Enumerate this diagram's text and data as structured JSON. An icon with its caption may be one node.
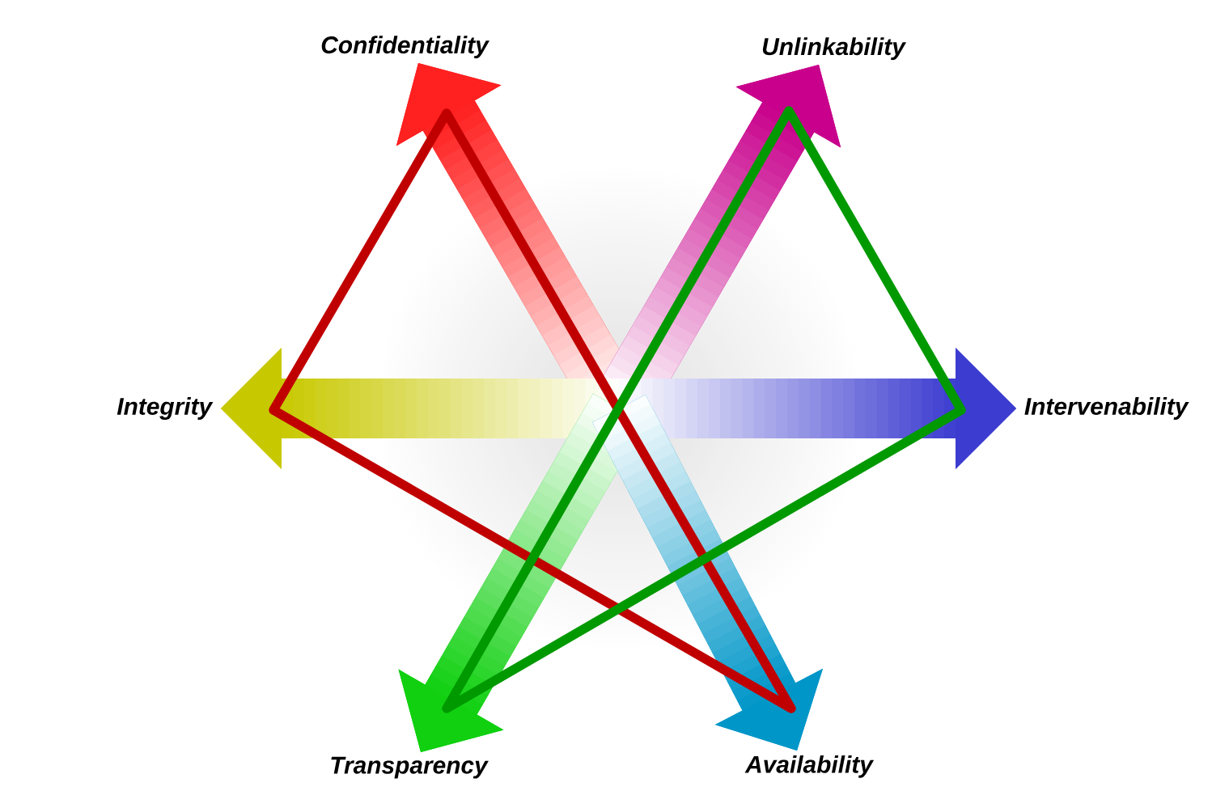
{
  "diagram": {
    "nodes": [
      {
        "text": [
          "Confidentiality"
        ]
      },
      {
        "text": [
          "Unlinkability"
        ]
      },
      {
        "text": [
          "Integrity"
        ]
      },
      {
        "text": [
          "Intervenability"
        ]
      },
      {
        "text": [
          "Transparency"
        ]
      },
      {
        "text": [
          "Availability"
        ]
      }
    ],
    "edges": [
      {
        "from": null,
        "to": 0,
        "arrow": "to",
        "color": "#ff2020"
      },
      {
        "from": null,
        "to": 1,
        "arrow": "to",
        "color": "#c8008c"
      },
      {
        "from": null,
        "to": 2,
        "arrow": "to",
        "color": "#c8c800"
      },
      {
        "from": null,
        "to": 3,
        "arrow": "to",
        "color": "#3c3cd0"
      },
      {
        "from": null,
        "to": 4,
        "arrow": "to",
        "color": "#10d010"
      },
      {
        "from": null,
        "to": 5,
        "arrow": "to",
        "color": "#0096c8"
      }
    ]
  }
}
